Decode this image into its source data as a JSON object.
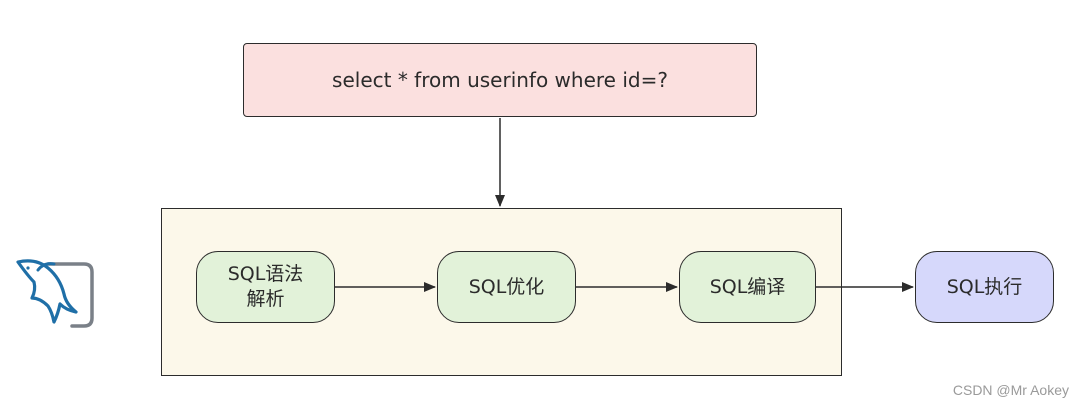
{
  "query": {
    "text": "select * from userinfo where id=?"
  },
  "steps": [
    {
      "label": "SQL语法\n解析"
    },
    {
      "label": "SQL优化"
    },
    {
      "label": "SQL编译"
    },
    {
      "label": "SQL执行"
    }
  ],
  "colors": {
    "query_fill": "#fbe0df",
    "server_fill": "#fcf8ea",
    "step_fill": "#e2f2d9",
    "execute_fill": "#d6d8fb",
    "logo_blue": "#1f6fa7",
    "logo_gray": "#7a8088"
  },
  "logo": {
    "icon": "mysql-dolphin-icon"
  },
  "watermark": {
    "text": "CSDN @Mr  Aokey"
  }
}
